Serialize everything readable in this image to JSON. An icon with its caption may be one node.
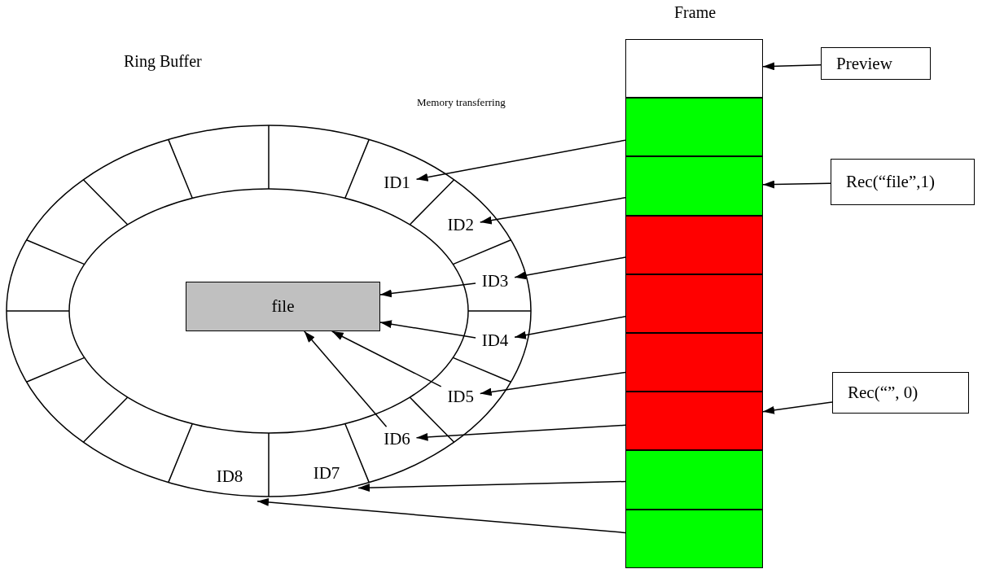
{
  "diagram": {
    "nodes": [
      {
        "text": [
          "Ring Buffer"
        ]
      },
      {
        "text": [
          "file"
        ],
        "in": 0
      },
      {
        "text": [
          "ID1"
        ],
        "in": 0
      },
      {
        "text": [
          "ID2"
        ],
        "in": 0
      },
      {
        "text": [
          "ID3"
        ],
        "in": 0
      },
      {
        "text": [
          "ID4"
        ],
        "in": 0
      },
      {
        "text": [
          "ID5"
        ],
        "in": 0
      },
      {
        "text": [
          "ID6"
        ],
        "in": 0
      },
      {
        "text": [
          "ID7"
        ],
        "in": 0
      },
      {
        "text": [
          "ID8"
        ],
        "in": 0
      },
      {
        "text": [
          "Frame"
        ]
      },
      {
        "text": [],
        "shape": "box",
        "in": 10
      },
      {
        "text": [],
        "shape": "box",
        "in": 10
      },
      {
        "text": [],
        "shape": "box",
        "in": 10
      },
      {
        "text": [],
        "shape": "box",
        "in": 10
      },
      {
        "text": [],
        "shape": "box",
        "in": 10
      },
      {
        "text": [],
        "shape": "box",
        "in": 10
      },
      {
        "text": [],
        "shape": "box",
        "in": 10
      },
      {
        "text": [],
        "shape": "box",
        "in": 10
      },
      {
        "text": [],
        "shape": "box",
        "in": 10
      },
      {
        "text": [
          "Preview"
        ]
      },
      {
        "text": [
          "Rec(“file”,1)"
        ]
      },
      {
        "text": [
          "Rec(“”, 0)"
        ]
      }
    ],
    "edges": [
      {
        "from": 20,
        "to": 11,
        "arrow": "to"
      },
      {
        "from": 21,
        "to": 13,
        "arrow": "to"
      },
      {
        "from": 22,
        "to": 17,
        "arrow": "to"
      },
      {
        "from": 12,
        "to": 2,
        "arrow": "to"
      },
      {
        "from": 13,
        "to": 3,
        "arrow": "to"
      },
      {
        "from": 14,
        "to": 4,
        "arrow": "to"
      },
      {
        "from": 15,
        "to": 5,
        "arrow": "to"
      },
      {
        "from": 16,
        "to": 6,
        "arrow": "to"
      },
      {
        "from": 17,
        "to": 7,
        "arrow": "to"
      },
      {
        "from": 18,
        "to": 8,
        "arrow": "to"
      },
      {
        "from": 19,
        "to": 9,
        "arrow": "to"
      },
      {
        "from": 4,
        "to": 1,
        "arrow": "to"
      },
      {
        "from": 5,
        "to": 1,
        "arrow": "to"
      },
      {
        "from": 6,
        "to": 1,
        "arrow": "to"
      },
      {
        "from": 7,
        "to": 1,
        "arrow": "to"
      }
    ],
    "labels": [
      "Memory transferring"
    ]
  }
}
